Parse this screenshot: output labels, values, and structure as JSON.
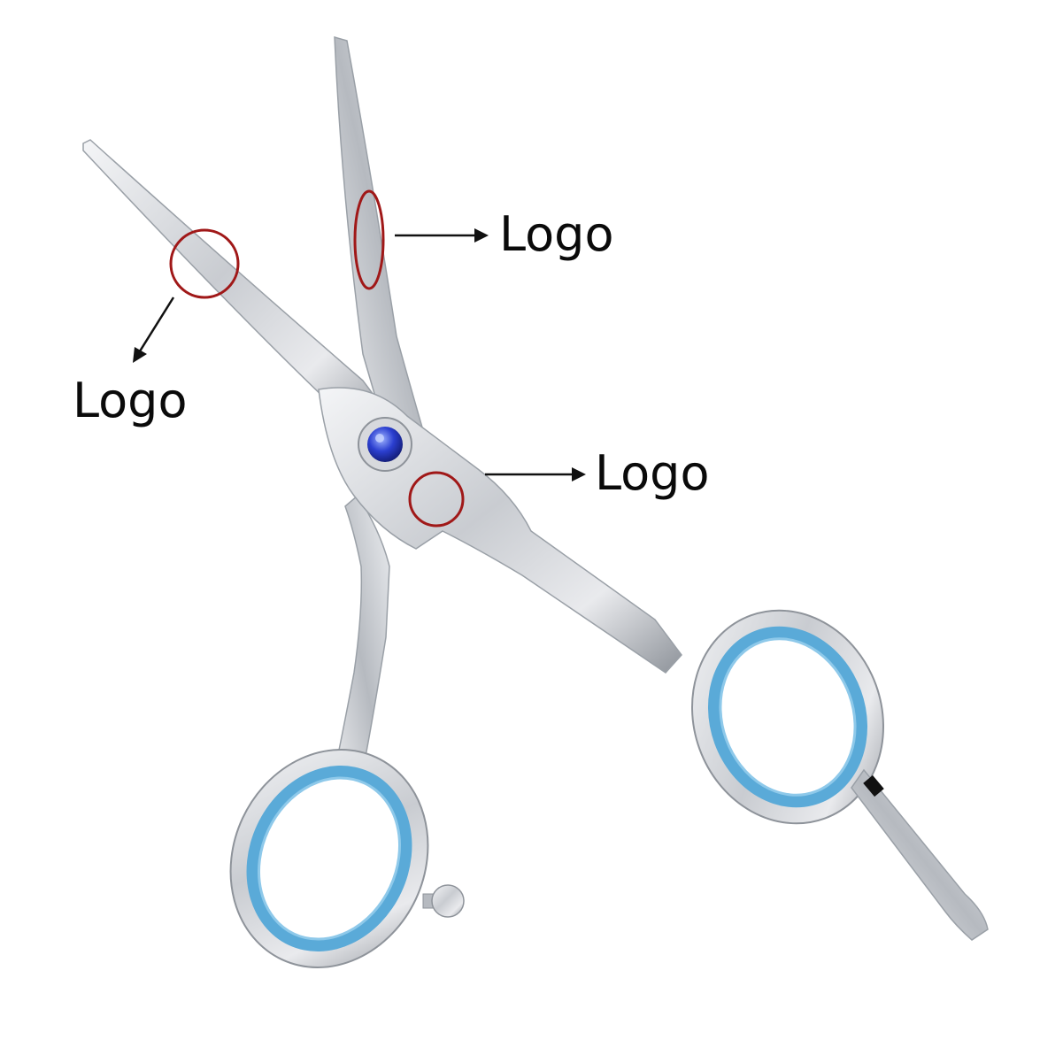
{
  "annotations": [
    {
      "id": "top-blade",
      "text": "Logo"
    },
    {
      "id": "left-blade",
      "text": "Logo"
    },
    {
      "id": "pivot-area",
      "text": "Logo"
    }
  ],
  "colors": {
    "marker_circle": "#a01818",
    "arrow": "#111111",
    "ring_insert": "#5aaad8",
    "screw_gem": "#2438c8",
    "steel": "#c8ccd2"
  }
}
